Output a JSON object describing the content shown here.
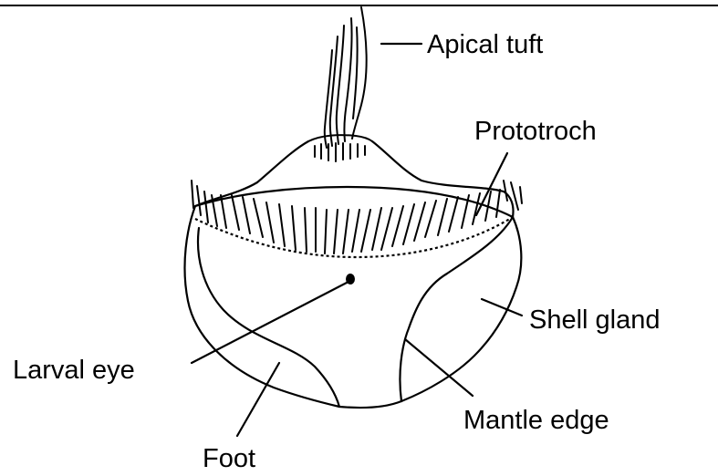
{
  "labels": {
    "apical_tuft": "Apical tuft",
    "prototroch": "Prototroch",
    "shell_gland": "Shell gland",
    "larval_eye": "Larval eye",
    "mantle_edge": "Mantle edge",
    "foot": "Foot"
  },
  "colors": {
    "ink": "#000000",
    "background": "#ffffff"
  }
}
